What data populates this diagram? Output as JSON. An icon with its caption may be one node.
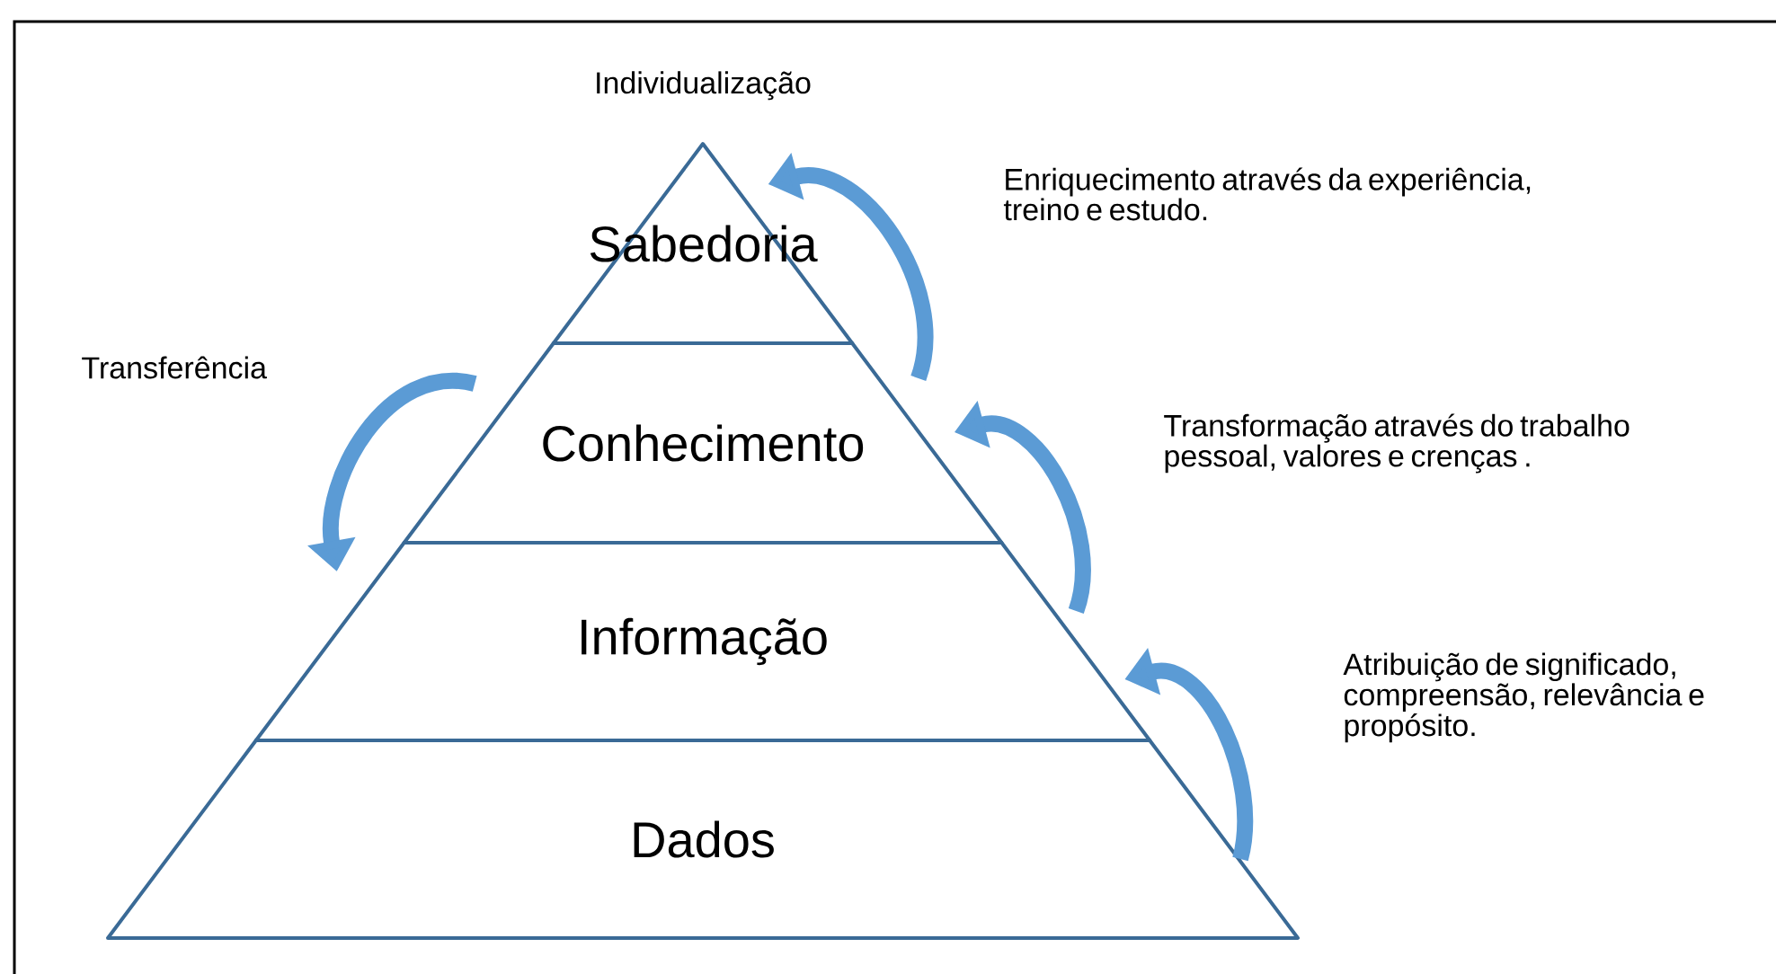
{
  "diagram": {
    "nodes": [
      {
        "text": [
          "Sabedoria"
        ]
      },
      {
        "text": [
          "Conhecimento"
        ]
      },
      {
        "text": [
          "Informação"
        ]
      },
      {
        "text": [
          "Dados"
        ]
      }
    ],
    "edges": [
      {
        "from": 1,
        "to": 0,
        "arrow": "to",
        "label": "Enriquecimento através da experiência, treino e estudo."
      },
      {
        "from": 1,
        "to": 2,
        "arrow": "to",
        "label": "Transferência"
      },
      {
        "from": 2,
        "to": 1,
        "arrow": "to",
        "label": "Transformação através do trabalho pessoal, valores e crenças ."
      },
      {
        "from": 3,
        "to": 2,
        "arrow": "to",
        "label": "Atribuição de significado, compreensão, relevância e propósito."
      }
    ],
    "labels": [
      "Individualização"
    ]
  }
}
